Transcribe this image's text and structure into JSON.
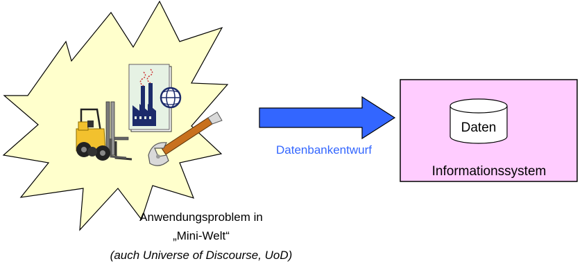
{
  "problem": {
    "line1": "Anwendungsproblem in",
    "line2": "„Mini-Welt“",
    "line3": "(auch Universe of Discourse, UoD)"
  },
  "arrow": {
    "label": "Datenbankentwurf"
  },
  "system": {
    "title": "Informationssystem",
    "database_label": "Daten"
  },
  "clipart": [
    "forklift-icon",
    "factory-icon",
    "globe-icon",
    "wrench-icon"
  ],
  "colors": {
    "starburst_fill": "#FFFFCC",
    "arrow_fill": "#3366FF",
    "arrow_label": "#3366FF",
    "system_fill": "#FFCCFF",
    "text": "#000000"
  }
}
